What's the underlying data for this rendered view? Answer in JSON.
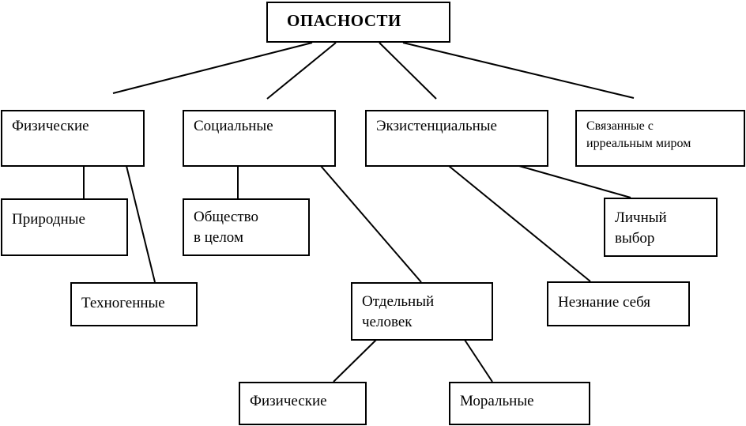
{
  "root": {
    "label": "ОПАСНОСТИ"
  },
  "categories": {
    "physical": "Физические",
    "social": "Социальные",
    "existential": "Экзистенциальные",
    "unreal": [
      "Связанные с",
      "ирреальным миром"
    ]
  },
  "physical_children": {
    "natural": "Природные",
    "technogenic": "Техногенные"
  },
  "social_children": {
    "society": [
      "Общество",
      "в целом"
    ],
    "individual": [
      "Отдельный",
      "человек"
    ]
  },
  "individual_children": {
    "physical": "Физические",
    "moral": "Моральные"
  },
  "existential_children": {
    "personal_choice": [
      "Личный",
      "выбор"
    ],
    "self_ignorance": "Незнание себя"
  }
}
